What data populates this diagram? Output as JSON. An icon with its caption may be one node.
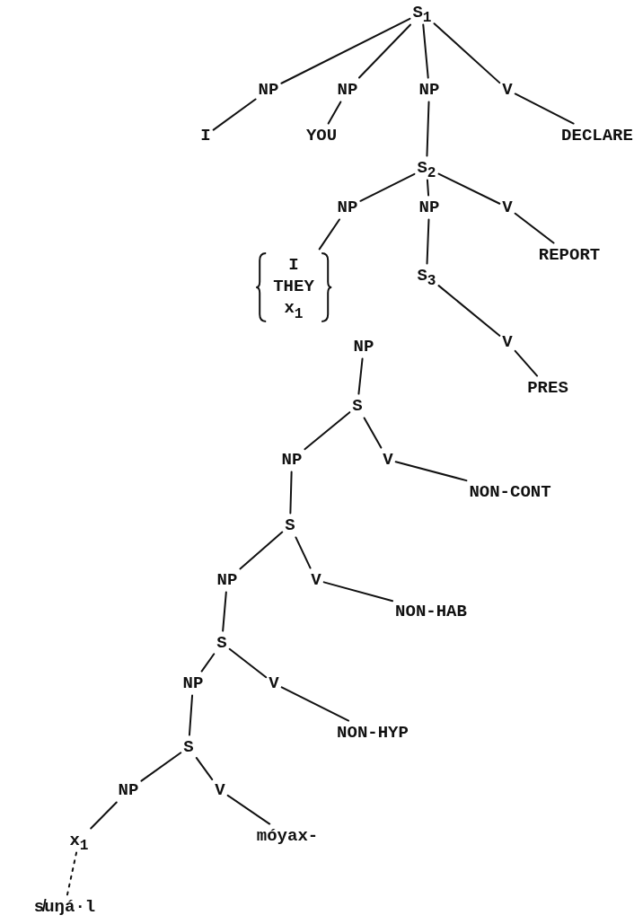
{
  "diagram": {
    "nodes": [
      {
        "text": [
          "S$_{1}$"
        ]
      },
      {
        "text": [
          "NP"
        ]
      },
      {
        "text": [
          "NP"
        ]
      },
      {
        "text": [
          "NP"
        ]
      },
      {
        "text": [
          "V"
        ]
      },
      {
        "text": [
          "I"
        ]
      },
      {
        "text": [
          "YOU"
        ]
      },
      {
        "text": [
          "DECLARE"
        ]
      },
      {
        "text": [
          "S$_{2}$"
        ]
      },
      {
        "text": [
          "NP"
        ]
      },
      {
        "text": [
          "NP"
        ]
      },
      {
        "text": [
          "V"
        ]
      },
      {
        "text": [
          "I",
          "THEY",
          "x$_{1}$"
        ]
      },
      {
        "text": [
          "REPORT"
        ]
      },
      {
        "text": [
          "S$_{3}$"
        ]
      },
      {
        "text": [
          "V"
        ]
      },
      {
        "text": [
          "NP"
        ]
      },
      {
        "text": [
          "PRES"
        ]
      },
      {
        "text": [
          "S"
        ]
      },
      {
        "text": [
          "NP"
        ]
      },
      {
        "text": [
          "V"
        ]
      },
      {
        "text": [
          "NON-CONT"
        ]
      },
      {
        "text": [
          "S"
        ]
      },
      {
        "text": [
          "NP"
        ]
      },
      {
        "text": [
          "V"
        ]
      },
      {
        "text": [
          "NON-HAB"
        ]
      },
      {
        "text": [
          "S"
        ]
      },
      {
        "text": [
          "NP"
        ]
      },
      {
        "text": [
          "V"
        ]
      },
      {
        "text": [
          "NON-HYP"
        ]
      },
      {
        "text": [
          "S"
        ]
      },
      {
        "text": [
          "NP"
        ]
      },
      {
        "text": [
          "V"
        ]
      },
      {
        "text": [
          "x$_{1}$"
        ]
      },
      {
        "text": [
          "móyax-"
        ]
      },
      {
        "text": [
          "s̸uŋá·l"
        ]
      }
    ],
    "edges": [
      {
        "from": 0,
        "to": 1,
        "arrow": "none"
      },
      {
        "from": 0,
        "to": 2,
        "arrow": "none"
      },
      {
        "from": 0,
        "to": 3,
        "arrow": "none"
      },
      {
        "from": 0,
        "to": 4,
        "arrow": "none"
      },
      {
        "from": 1,
        "to": 5,
        "arrow": "none"
      },
      {
        "from": 2,
        "to": 6,
        "arrow": "none"
      },
      {
        "from": 3,
        "to": 8,
        "arrow": "none"
      },
      {
        "from": 4,
        "to": 7,
        "arrow": "none"
      },
      {
        "from": 8,
        "to": 9,
        "arrow": "none"
      },
      {
        "from": 8,
        "to": 10,
        "arrow": "none"
      },
      {
        "from": 8,
        "to": 11,
        "arrow": "none"
      },
      {
        "from": 9,
        "to": 12,
        "arrow": "none"
      },
      {
        "from": 10,
        "to": 14,
        "arrow": "none"
      },
      {
        "from": 11,
        "to": 13,
        "arrow": "none"
      },
      {
        "from": 14,
        "to": 15,
        "arrow": "none"
      },
      {
        "from": 15,
        "to": 17,
        "arrow": "none"
      },
      {
        "from": 16,
        "to": 18,
        "arrow": "none"
      },
      {
        "from": 18,
        "to": 19,
        "arrow": "none"
      },
      {
        "from": 18,
        "to": 20,
        "arrow": "none"
      },
      {
        "from": 19,
        "to": 22,
        "arrow": "none"
      },
      {
        "from": 20,
        "to": 21,
        "arrow": "none"
      },
      {
        "from": 22,
        "to": 23,
        "arrow": "none"
      },
      {
        "from": 22,
        "to": 24,
        "arrow": "none"
      },
      {
        "from": 23,
        "to": 26,
        "arrow": "none"
      },
      {
        "from": 24,
        "to": 25,
        "arrow": "none"
      },
      {
        "from": 26,
        "to": 27,
        "arrow": "none"
      },
      {
        "from": 26,
        "to": 28,
        "arrow": "none"
      },
      {
        "from": 27,
        "to": 30,
        "arrow": "none"
      },
      {
        "from": 28,
        "to": 29,
        "arrow": "none"
      },
      {
        "from": 30,
        "to": 31,
        "arrow": "none"
      },
      {
        "from": 30,
        "to": 32,
        "arrow": "none"
      },
      {
        "from": 31,
        "to": 33,
        "arrow": "none"
      },
      {
        "from": 32,
        "to": 34,
        "arrow": "none"
      },
      {
        "from": 33,
        "to": 35,
        "arrow": "none",
        "style": "dashed"
      }
    ]
  }
}
